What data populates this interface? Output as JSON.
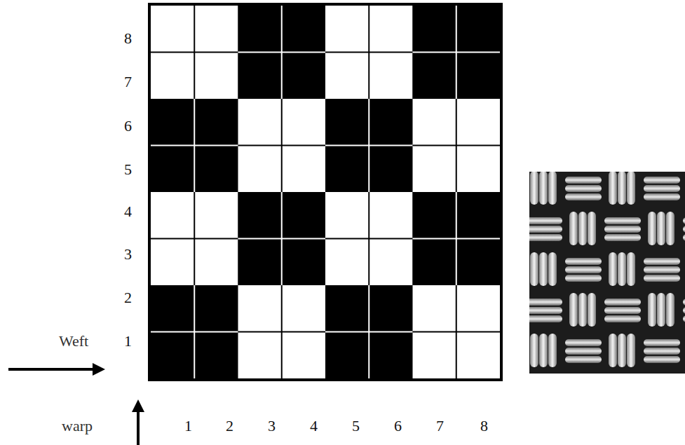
{
  "diagram": {
    "labels": [
      "8",
      "7",
      "6",
      "5",
      "4",
      "3",
      "2",
      "1",
      "Weft",
      "warp",
      "1",
      "2",
      "3",
      "4",
      "5",
      "6",
      "7",
      "8"
    ]
  }
}
